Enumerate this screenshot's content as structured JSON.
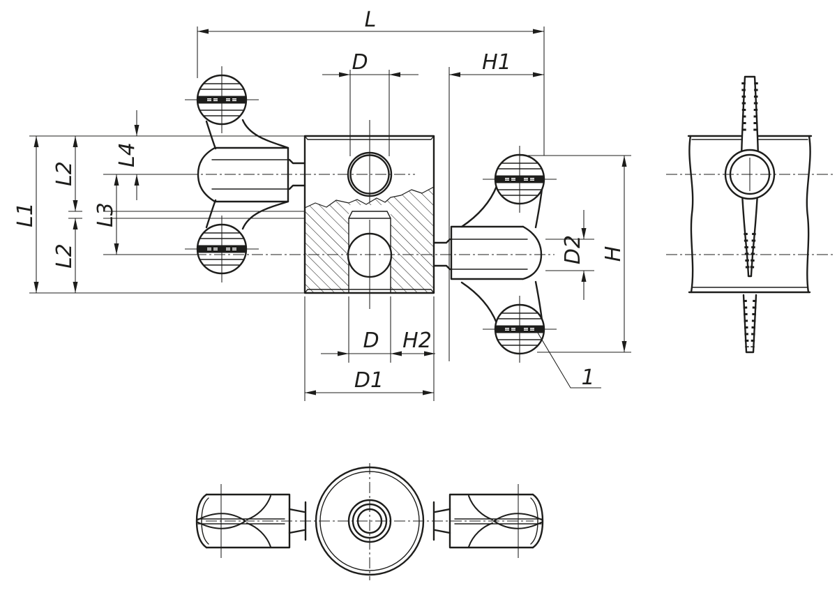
{
  "drawing": {
    "type": "technical-dimension-drawing",
    "colors": {
      "line": "#1d1d1b",
      "background": "#ffffff"
    },
    "dimension_labels": {
      "overall_length": "L",
      "top_hole_diameter": "D",
      "right_knob_length": "H1",
      "total_height": "L1",
      "upper_half": "L2",
      "lower_half": "L2",
      "axis_spacing": "L3",
      "edge_to_axis": "L4",
      "screw_diameter": "D2",
      "knob_span": "H",
      "bottom_hole_diameter": "D",
      "wall_offset": "H2",
      "body_diameter": "D1"
    },
    "callouts": {
      "wing_knob_item": "1"
    }
  }
}
